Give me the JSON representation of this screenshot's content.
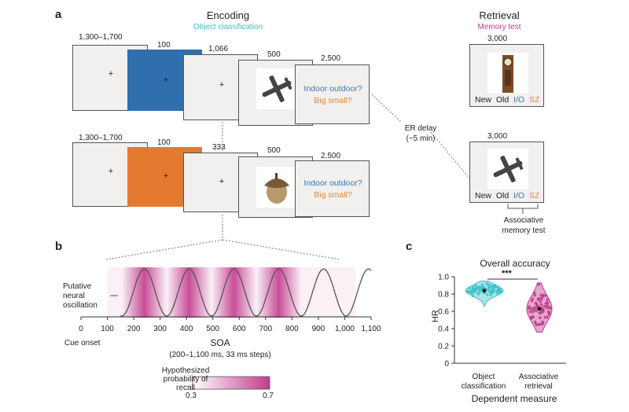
{
  "panel_a": {
    "letter": "a",
    "encoding_title": "Encoding",
    "encoding_sub": "Object classification",
    "retrieval_title": "Retrieval",
    "retrieval_sub": "Memory test",
    "row1": {
      "d1": "1,300–1,700",
      "d2": "100",
      "d3": "1,066",
      "d4": "500",
      "d5": "2,500"
    },
    "row2": {
      "d1": "1,300–1,700",
      "d2": "100",
      "d3": "333",
      "d4": "500",
      "d5": "2,500"
    },
    "fixation": "+",
    "question1": "Indoor outdoor?",
    "question2": "Big small?",
    "delay": "ER delay (~5 min)",
    "ret1_dur": "3,000",
    "ret2_dur": "3,000",
    "resp": {
      "new": "New",
      "old": "Old",
      "io": "I/O",
      "sz": "SZ"
    },
    "assoc_label": "Associative memory test",
    "colors": {
      "blue": "#2f6fae",
      "orange": "#e47a30",
      "cyan": "#3fc1c9",
      "magenta": "#c23b8d"
    }
  },
  "panel_b": {
    "letter": "b",
    "osc_label": "Putative neural oscillation",
    "cue_onset": "Cue onset",
    "xlabel": "SOA",
    "xsub": "(200–1,100 ms, 33 ms steps)",
    "colorbar_title": "Hypothesized probability of recall",
    "colorbar_min": "0.3",
    "colorbar_max": "0.7"
  },
  "panel_c": {
    "letter": "c",
    "sig": "***"
  },
  "chart_data": [
    {
      "type": "line",
      "x_ticks": [
        "0",
        "100",
        "200",
        "300",
        "400",
        "500",
        "600",
        "700",
        "800",
        "900",
        "1,000",
        "1,100"
      ],
      "xlim": [
        0,
        1100
      ],
      "series": [
        {
          "period_ms": 170,
          "peaks_ms": [
            240,
            410,
            580,
            750
          ]
        }
      ]
    },
    {
      "type": "scatter",
      "title": "Overall accuracy",
      "ylabel": "HR",
      "xlabel": "Dependent measure",
      "categories": [
        "Object classification",
        "Associative retrieval"
      ],
      "y_ticks": [
        "0",
        "0.2",
        "0.4",
        "0.6",
        "0.8",
        "1.0"
      ],
      "ylim": [
        0,
        1.0
      ],
      "medians": [
        0.84,
        0.63
      ],
      "ranges": [
        [
          0.66,
          0.95
        ],
        [
          0.36,
          0.93
        ]
      ]
    }
  ]
}
